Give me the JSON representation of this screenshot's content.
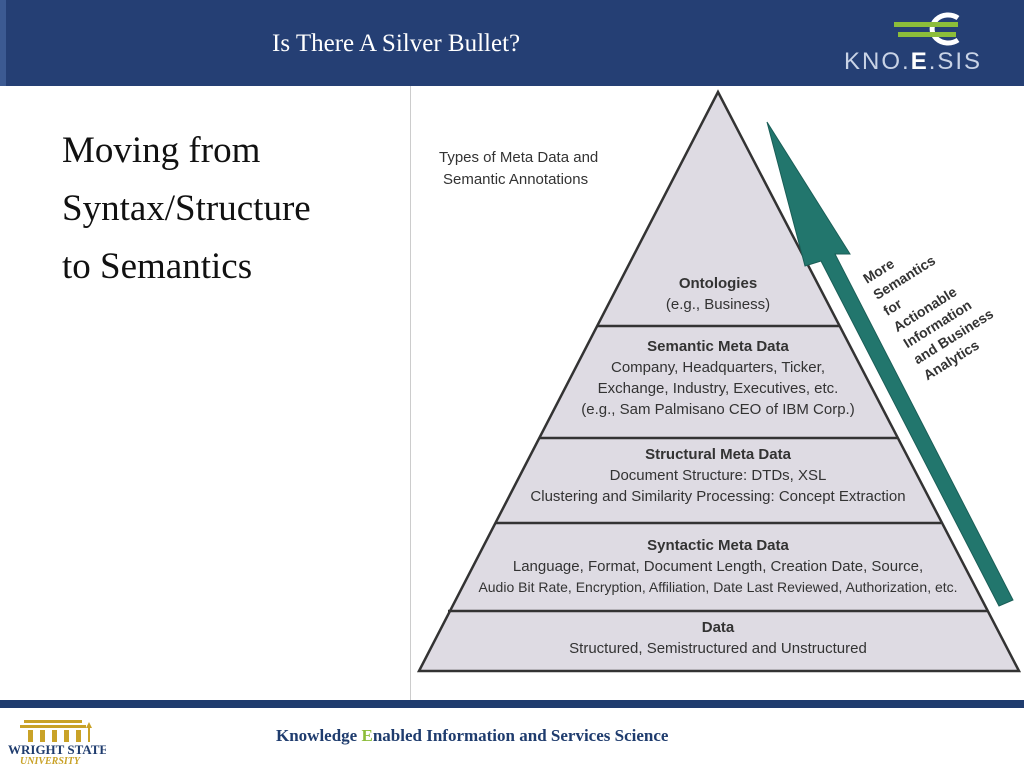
{
  "header": {
    "title": "Is There A Silver Bullet?",
    "logo_text_left": "KNO.",
    "logo_text_e": "E",
    "logo_text_right": ".SIS"
  },
  "left_text": [
    "Moving from",
    "Syntax/Structure",
    "to Semantics"
  ],
  "diagram": {
    "caption_lines": [
      "Types of Meta Data and",
      "Semantic Annotations"
    ],
    "levels": [
      {
        "title": "Ontologies",
        "lines": [
          "(e.g., Business)"
        ]
      },
      {
        "title": "Semantic Meta Data",
        "lines": [
          "Company, Headquarters, Ticker,",
          "Exchange, Industry, Executives, etc.",
          "(e.g., Sam Palmisano CEO of IBM Corp.)"
        ]
      },
      {
        "title": "Structural Meta Data",
        "lines": [
          "Document Structure: DTDs, XSL",
          "Clustering and Similarity Processing: Concept Extraction"
        ]
      },
      {
        "title": "Syntactic Meta Data",
        "lines": [
          "Language, Format, Document Length, Creation Date, Source,",
          "Audio Bit Rate, Encryption, Affiliation, Date Last Reviewed, Authorization, etc."
        ]
      },
      {
        "title": "Data",
        "lines": [
          "Structured, Semistructured and Unstructured"
        ]
      }
    ],
    "arrow_label_lines": [
      "More",
      "Semantics",
      "for",
      "Actionable",
      "Information",
      "and Business",
      "Analytics"
    ],
    "colors": {
      "pyramid_fill": "#dedbe3",
      "pyramid_stroke": "#333333",
      "arrow": "#22766d"
    }
  },
  "footer": {
    "university_line1": "WRIGHT STATE",
    "university_line2": "UNIVERSITY",
    "text_before": "Knowledge ",
    "text_highlight": "E",
    "text_after": "nabled Information and Services Science"
  }
}
